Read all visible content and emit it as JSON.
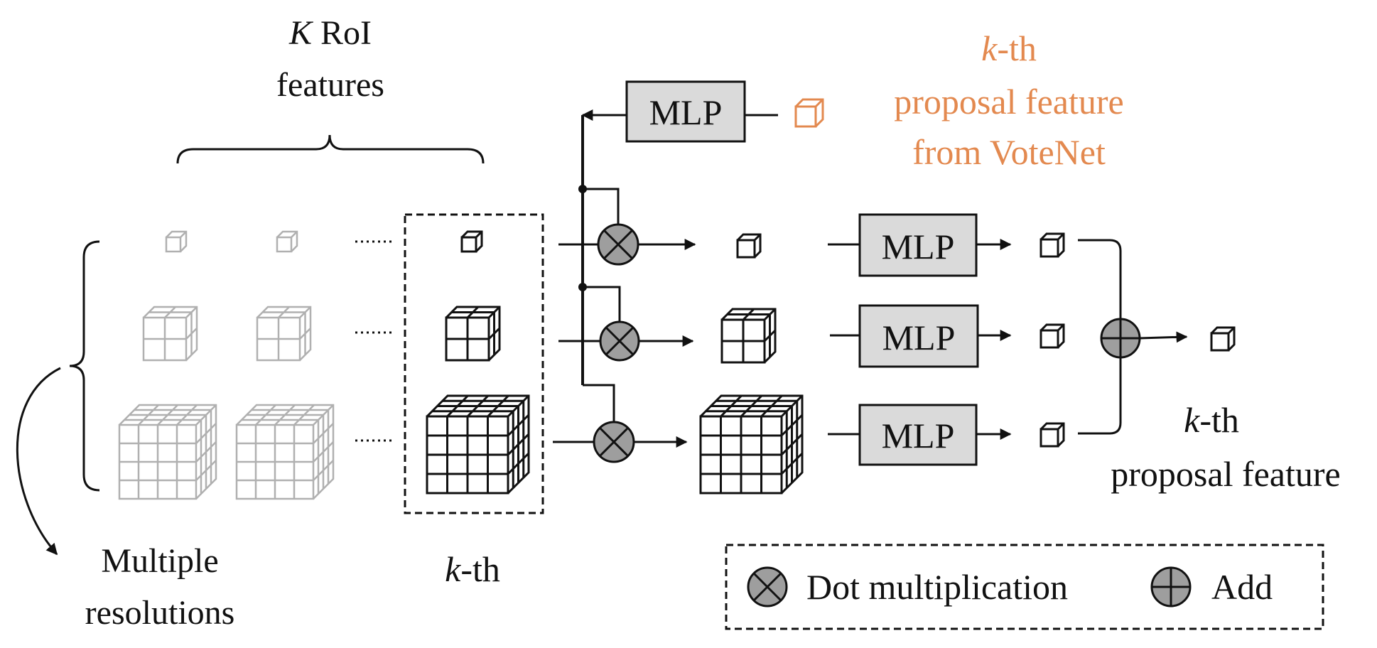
{
  "colors": {
    "ink": "#111111",
    "faded": "#b0b0b0",
    "accent": "#e3894f",
    "box_fill": "#dadada",
    "op_fill": "#9e9e9e"
  },
  "labels": {
    "roi_k": "K",
    "roi_rest": " RoI",
    "roi_line2": "features",
    "vote_k": "k",
    "vote_rest": "-th",
    "vote_line2": "proposal feature",
    "vote_line3": "from VoteNet",
    "kth_k": "k",
    "kth_rest": "-th",
    "out_k": "k",
    "out_rest": "-th",
    "out_line2": "proposal feature",
    "multi_line1": "Multiple",
    "multi_line2": "resolutions",
    "mlp": "MLP"
  },
  "legend": {
    "dot_label": "Dot multiplication",
    "add_label": "Add"
  },
  "icons": {
    "dot": "circled-times-icon",
    "add": "circled-plus-icon",
    "cube": "cube-icon"
  }
}
